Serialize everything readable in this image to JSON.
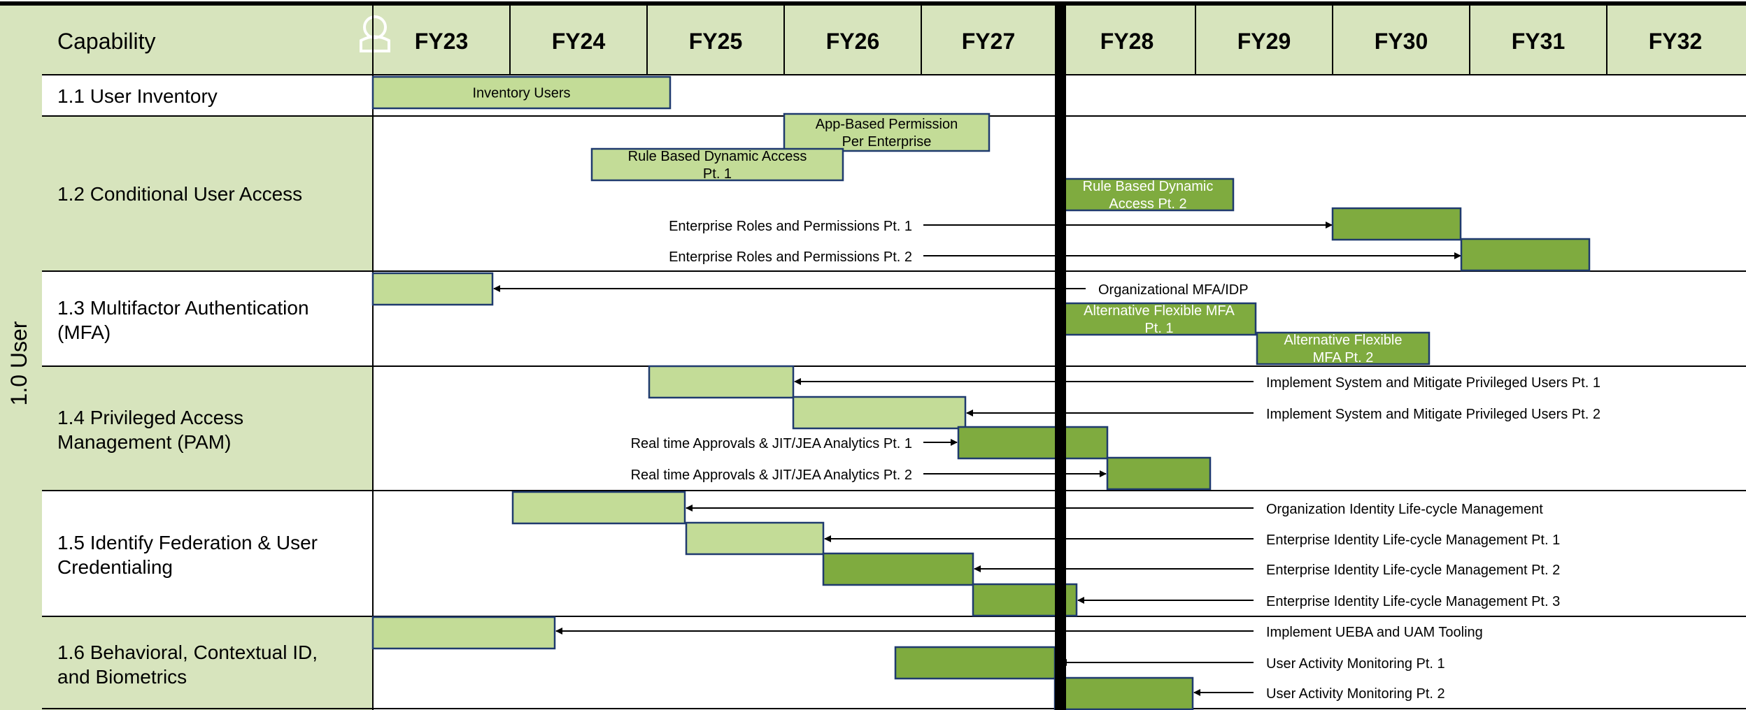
{
  "section_label": "1.0 User",
  "header": {
    "capability_label": "Capability",
    "person_icon": "user-icon",
    "years": [
      "FY23",
      "FY24",
      "FY25",
      "FY26",
      "FY27",
      "FY28",
      "FY29",
      "FY30",
      "FY31",
      "FY32"
    ]
  },
  "colors": {
    "header_fill": "#d7e4bd",
    "row_fill": "#d7e4bd",
    "light_bar": "#c3dc97",
    "dark_bar": "#7fab3f",
    "bar_border": "#1f3a6e",
    "today_line": "#000000"
  },
  "capabilities": [
    {
      "label": "1.1 User Inventory"
    },
    {
      "label": "1.2 Conditional User Access"
    },
    {
      "label": "1.3 Multifactor Authentication",
      "label2": "(MFA)"
    },
    {
      "label": "1.4 Privileged Access",
      "label2": "Management (PAM)"
    },
    {
      "label": "1.5 Identify Federation & User",
      "label2": "Credentialing"
    },
    {
      "label": "1.6 Behavioral, Contextual ID,",
      "label2": "and Biometrics"
    }
  ],
  "bars": [
    {
      "name": "Inventory Users",
      "lines": [
        "Inventory Users"
      ],
      "style": "light"
    },
    {
      "name": "App-Based Permission Per Enterprise",
      "lines": [
        "App-Based Permission",
        "Per Enterprise"
      ],
      "style": "light"
    },
    {
      "name": "Rule Based Dynamic Access Pt. 1",
      "lines": [
        "Rule Based Dynamic Access",
        "Pt. 1"
      ],
      "style": "light"
    },
    {
      "name": "Rule Based Dynamic Access Pt. 2",
      "lines": [
        "Rule Based Dynamic",
        "Access Pt. 2"
      ],
      "style": "dark"
    },
    {
      "name": "Enterprise Roles and Permissions Pt. 1",
      "lines": [],
      "style": "dark"
    },
    {
      "name": "Enterprise Roles and Permissions Pt. 2",
      "lines": [],
      "style": "dark"
    },
    {
      "name": "Organizational MFA/IDP",
      "lines": [],
      "style": "light"
    },
    {
      "name": "Alternative Flexible MFA Pt. 1",
      "lines": [
        "Alternative Flexible MFA",
        "Pt. 1"
      ],
      "style": "dark"
    },
    {
      "name": "Alternative Flexible MFA Pt. 2",
      "lines": [
        "Alternative Flexible",
        "MFA Pt. 2"
      ],
      "style": "dark"
    },
    {
      "name": "Implement System and Mitigate Privileged Users Pt. 1",
      "lines": [],
      "style": "light"
    },
    {
      "name": "Implement System and Mitigate Privileged Users Pt. 2",
      "lines": [],
      "style": "light"
    },
    {
      "name": "Real time Approvals & JIT/JEA Analytics Pt. 1",
      "lines": [],
      "style": "dark"
    },
    {
      "name": "Real time Approvals & JIT/JEA Analytics Pt. 2",
      "lines": [],
      "style": "dark"
    },
    {
      "name": "Organization Identity Life-cycle Management",
      "lines": [],
      "style": "light"
    },
    {
      "name": "Enterprise Identity Life-cycle Management Pt. 1",
      "lines": [],
      "style": "light"
    },
    {
      "name": "Enterprise Identity Life-cycle Management Pt. 2",
      "lines": [],
      "style": "dark"
    },
    {
      "name": "Enterprise Identity Life-cycle Management Pt. 3",
      "lines": [],
      "style": "dark"
    },
    {
      "name": "Implement UEBA and UAM Tooling",
      "lines": [],
      "style": "light"
    },
    {
      "name": "User Activity Monitoring Pt. 1",
      "lines": [],
      "style": "dark"
    },
    {
      "name": "User Activity Monitoring Pt. 2",
      "lines": [],
      "style": "dark"
    }
  ],
  "arrow_labels": [
    "Enterprise Roles and Permissions Pt. 1",
    "Enterprise Roles and Permissions Pt. 2",
    "Organizational MFA/IDP",
    "Implement System and Mitigate Privileged Users Pt. 1",
    "Implement System and Mitigate Privileged Users Pt. 2",
    "Real time Approvals & JIT/JEA Analytics Pt. 1",
    "Real time Approvals & JIT/JEA Analytics Pt. 2",
    "Organization Identity Life-cycle Management",
    "Enterprise Identity Life-cycle Management Pt. 1",
    "Enterprise Identity Life-cycle Management Pt. 2",
    "Enterprise Identity Life-cycle Management Pt. 3",
    "Implement UEBA and UAM Tooling",
    "User Activity Monitoring Pt. 1",
    "User Activity Monitoring Pt. 2"
  ]
}
